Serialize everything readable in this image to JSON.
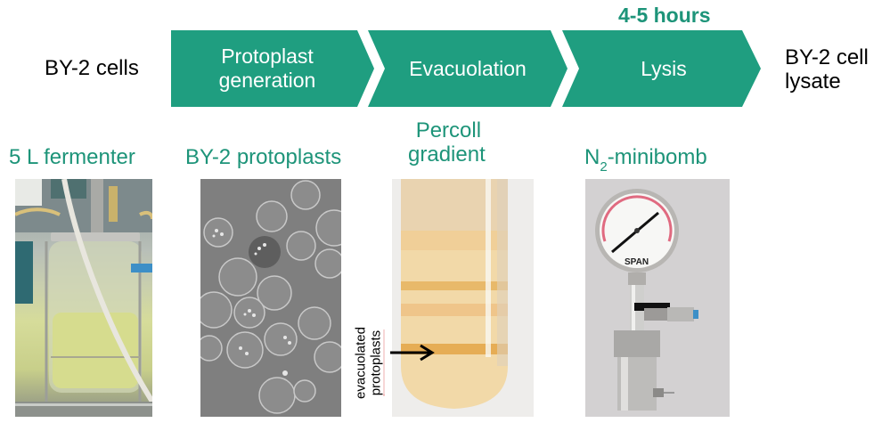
{
  "flow": {
    "start_label": "BY-2 cells",
    "end_label_line1": "BY-2 cell",
    "end_label_line2": "lysate",
    "duration_label": "4-5 hours",
    "steps": [
      {
        "line1": "Protoplast",
        "line2": "generation"
      },
      {
        "line1": "Evacuolation"
      },
      {
        "line1": "Lysis"
      }
    ],
    "arrow_color": "#1f9e80"
  },
  "panels": [
    {
      "caption": "5 L fermenter",
      "photo": "fermenter-photo"
    },
    {
      "caption": "BY-2 protoplasts",
      "photo": "protoplasts-micrograph"
    },
    {
      "caption_line1": "Percoll",
      "caption_line2": "gradient",
      "photo": "percoll-gradient-tube-photo",
      "annotation_line1": "evacuolated",
      "annotation_line2": "protoplasts"
    },
    {
      "caption_main": "N",
      "caption_sub": "2",
      "caption_rest": "-minibomb",
      "photo": "n2-minibomb-photo",
      "gauge_brand": "SPAN"
    }
  ],
  "caption_color": "#1d9479"
}
